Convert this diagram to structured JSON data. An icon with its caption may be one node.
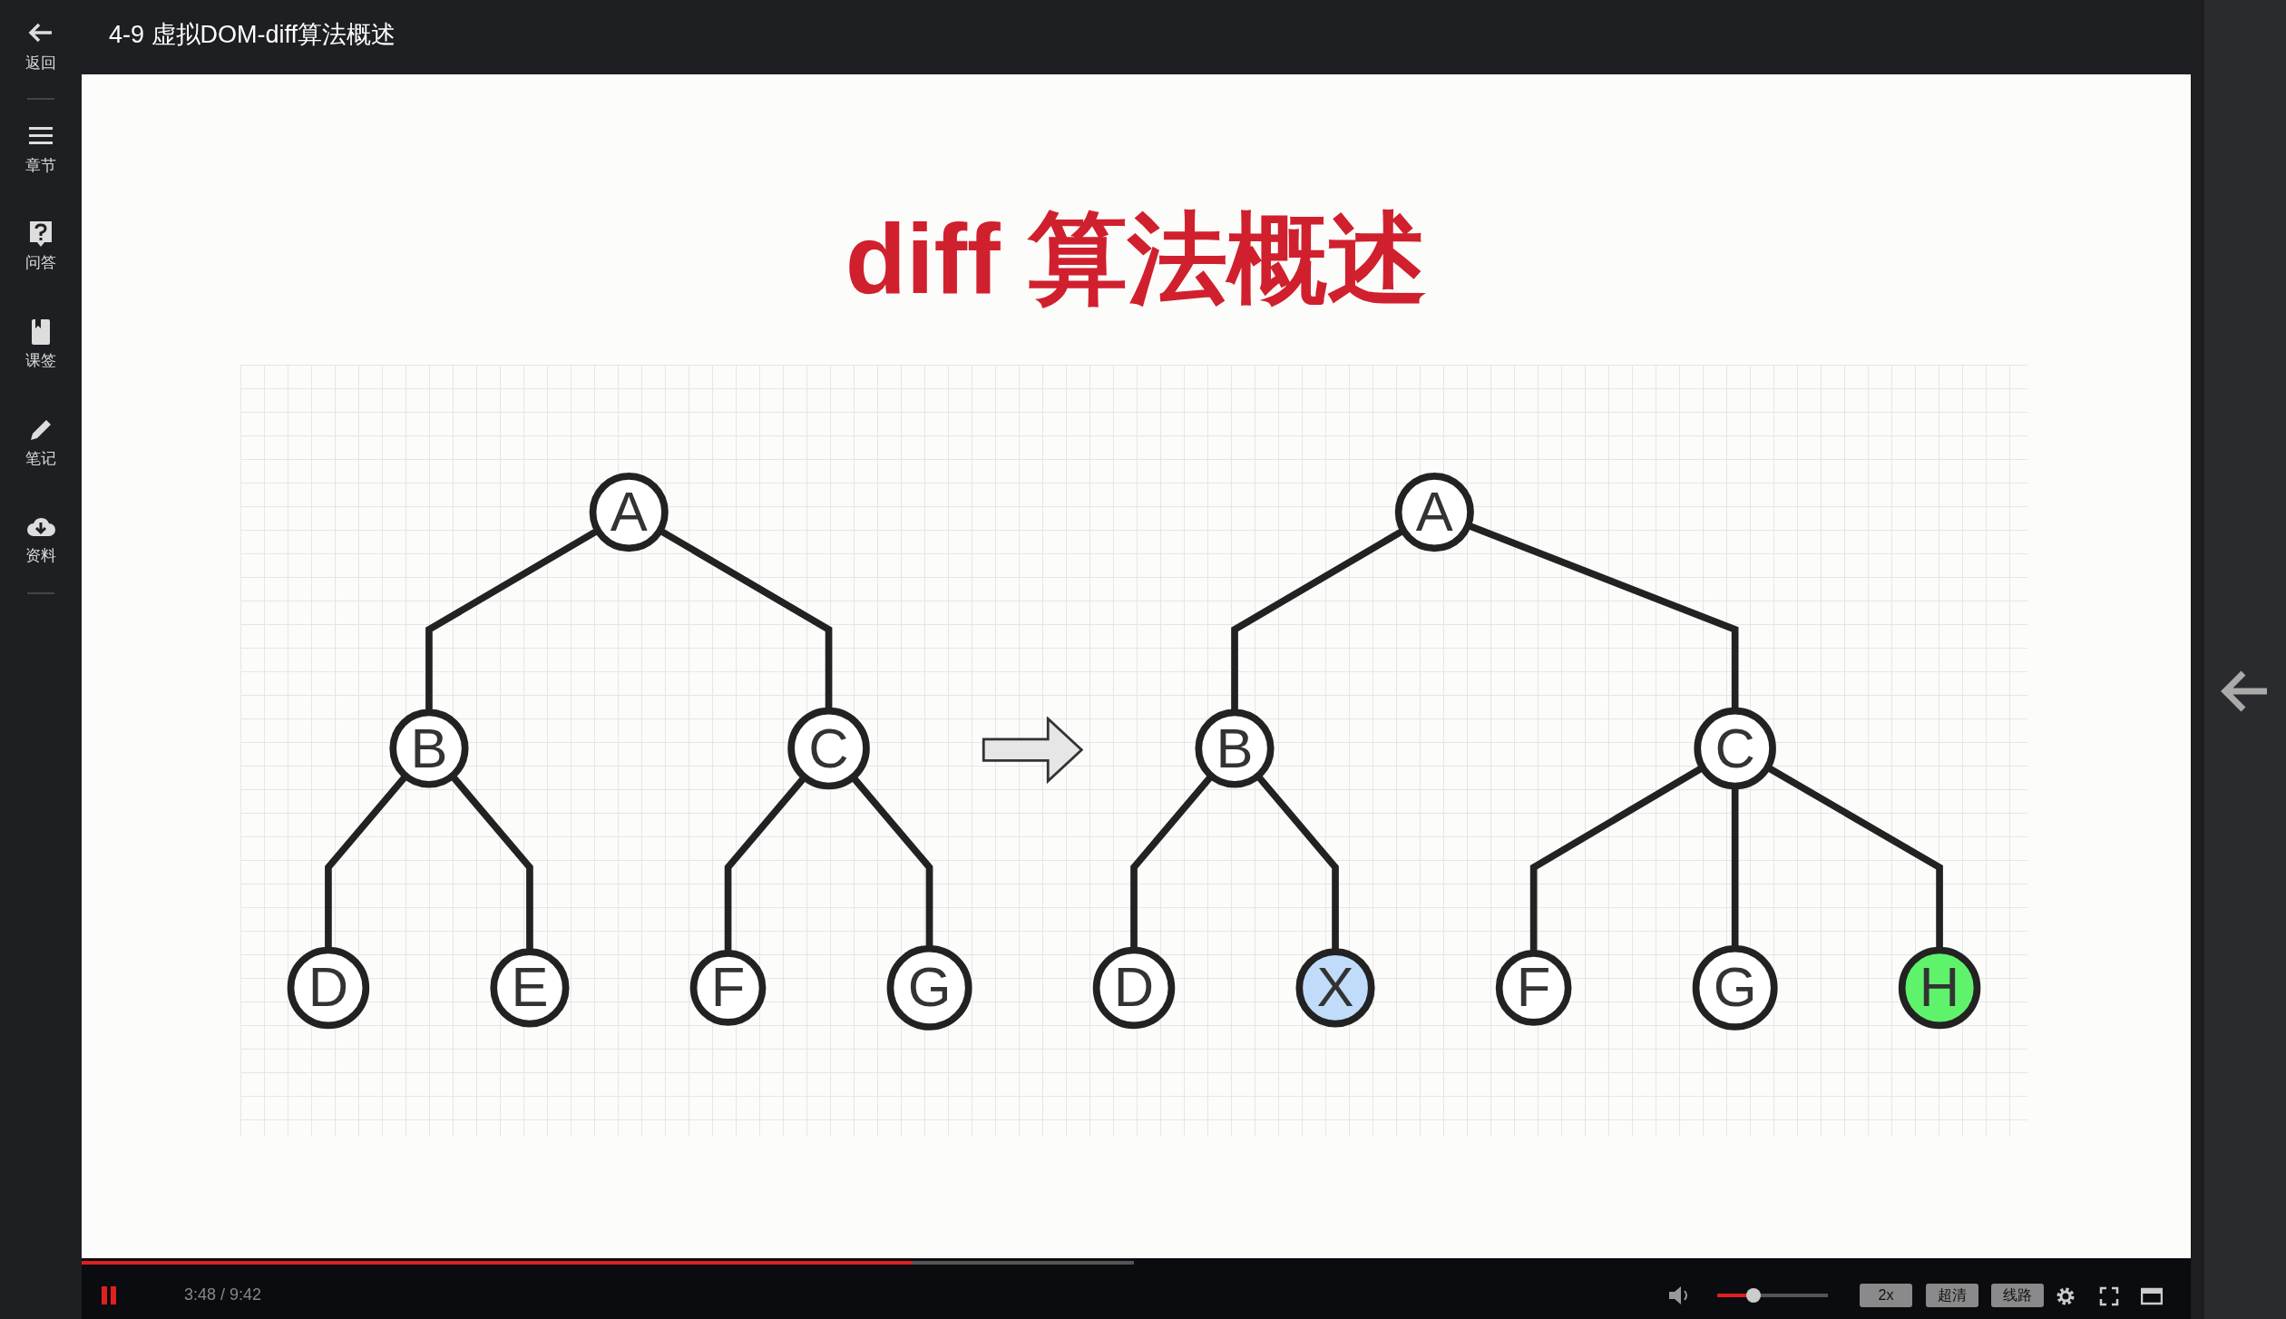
{
  "diagram": {
    "title": "diff 算法概述",
    "nodes": [
      {
        "text": [
          "A"
        ]
      },
      {
        "text": [
          "B"
        ]
      },
      {
        "text": [
          "C"
        ]
      },
      {
        "text": [
          "D"
        ]
      },
      {
        "text": [
          "E"
        ]
      },
      {
        "text": [
          "F"
        ]
      },
      {
        "text": [
          "G"
        ]
      },
      {
        "text": [
          "A"
        ]
      },
      {
        "text": [
          "B"
        ]
      },
      {
        "text": [
          "C"
        ]
      },
      {
        "text": [
          "D"
        ]
      },
      {
        "text": [
          "X"
        ]
      },
      {
        "text": [
          "F"
        ]
      },
      {
        "text": [
          "G"
        ]
      },
      {
        "text": [
          "H"
        ]
      }
    ],
    "edges": [
      {
        "from": 0,
        "to": 1,
        "arrow": "none"
      },
      {
        "from": 0,
        "to": 2,
        "arrow": "none"
      },
      {
        "from": 1,
        "to": 3,
        "arrow": "none"
      },
      {
        "from": 1,
        "to": 4,
        "arrow": "none"
      },
      {
        "from": 2,
        "to": 5,
        "arrow": "none"
      },
      {
        "from": 2,
        "to": 6,
        "arrow": "none"
      },
      {
        "from": 7,
        "to": 8,
        "arrow": "none"
      },
      {
        "from": 7,
        "to": 9,
        "arrow": "none"
      },
      {
        "from": 8,
        "to": 10,
        "arrow": "none"
      },
      {
        "from": 8,
        "to": 11,
        "arrow": "none"
      },
      {
        "from": 9,
        "to": 12,
        "arrow": "none"
      },
      {
        "from": 9,
        "to": 13,
        "arrow": "none"
      },
      {
        "from": 9,
        "to": 14,
        "arrow": "none"
      }
    ],
    "labels": [
      "4-9 虚拟DOM-diff算法概述",
      "返回",
      "章节",
      "问答",
      "课签",
      "笔记",
      "资料",
      "3:48 / 9:42",
      "2x",
      "超清",
      "线路"
    ]
  }
}
